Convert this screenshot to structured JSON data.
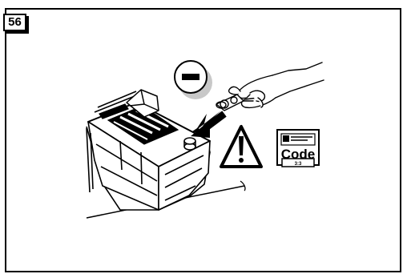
{
  "step_number": "56",
  "code_card": {
    "label": "Code",
    "sub_label": "3:3"
  },
  "colors": {
    "line": "#000000",
    "background": "#ffffff",
    "shadow": "#c8c8c8"
  },
  "icons": [
    "minus-sign-icon",
    "warning-triangle-icon",
    "arrow-icon",
    "code-card-icon"
  ]
}
